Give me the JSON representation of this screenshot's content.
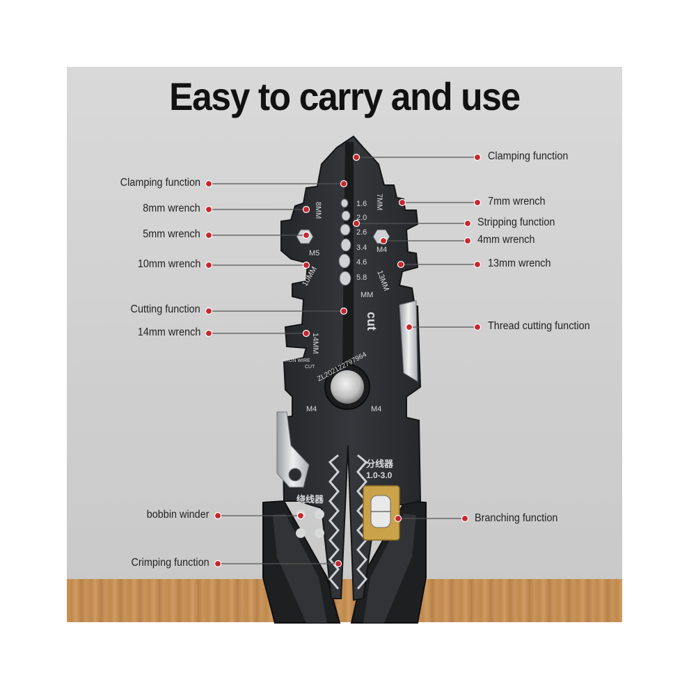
{
  "title": "Easy to carry and use",
  "colors": {
    "dot": "#c8262d",
    "line": "#555555",
    "tool_body": "#2b2d30",
    "handle": "#1e1f21",
    "brass": "#c9a24a",
    "wood": "#c48d52"
  },
  "callouts_left": [
    {
      "name": "clamping-function-left",
      "label": "Clamping function"
    },
    {
      "name": "8mm-wrench",
      "label": "8mm wrench"
    },
    {
      "name": "5mm-wrench",
      "label": "5mm wrench"
    },
    {
      "name": "10mm-wrench",
      "label": "10mm wrench"
    },
    {
      "name": "cutting-function",
      "label": "Cutting function"
    },
    {
      "name": "14mm-wrench",
      "label": "14mm wrench"
    },
    {
      "name": "bobbin-winder",
      "label": "bobbin winder"
    },
    {
      "name": "crimping-function",
      "label": "Crimping function"
    }
  ],
  "callouts_right": [
    {
      "name": "clamping-function-right",
      "label": "Clamping function"
    },
    {
      "name": "7mm-wrench",
      "label": "7mm wrench"
    },
    {
      "name": "stripping-function",
      "label": "Stripping function"
    },
    {
      "name": "4mm-wrench",
      "label": "4mm wrench"
    },
    {
      "name": "13mm-wrench",
      "label": "13mm wrench"
    },
    {
      "name": "thread-cutting-function",
      "label": "Thread cutting function"
    },
    {
      "name": "branching-function",
      "label": "Branching function"
    }
  ],
  "tool_marks": {
    "strip_sizes": [
      "1.6",
      "2.0",
      "2.6",
      "3.4",
      "4.6",
      "5.8"
    ],
    "unit": "MM",
    "mark_8mm": "8MM",
    "mark_7mm": "7MM",
    "mark_10mm": "10MM",
    "mark_13mm": "13MM",
    "mark_14mm": "14MM",
    "mark_m5": "M5",
    "mark_m4_top": "M4",
    "mark_m4_left": "M4",
    "mark_m4_right": "M4",
    "cut": "cut",
    "iron_wire_1": "IRON WIRE",
    "iron_wire_2": "CUT",
    "serial": "ZL202122797964",
    "splitter_cn": "分线器",
    "splitter_range": "1.0-3.0",
    "winder_cn": "绕线器"
  }
}
